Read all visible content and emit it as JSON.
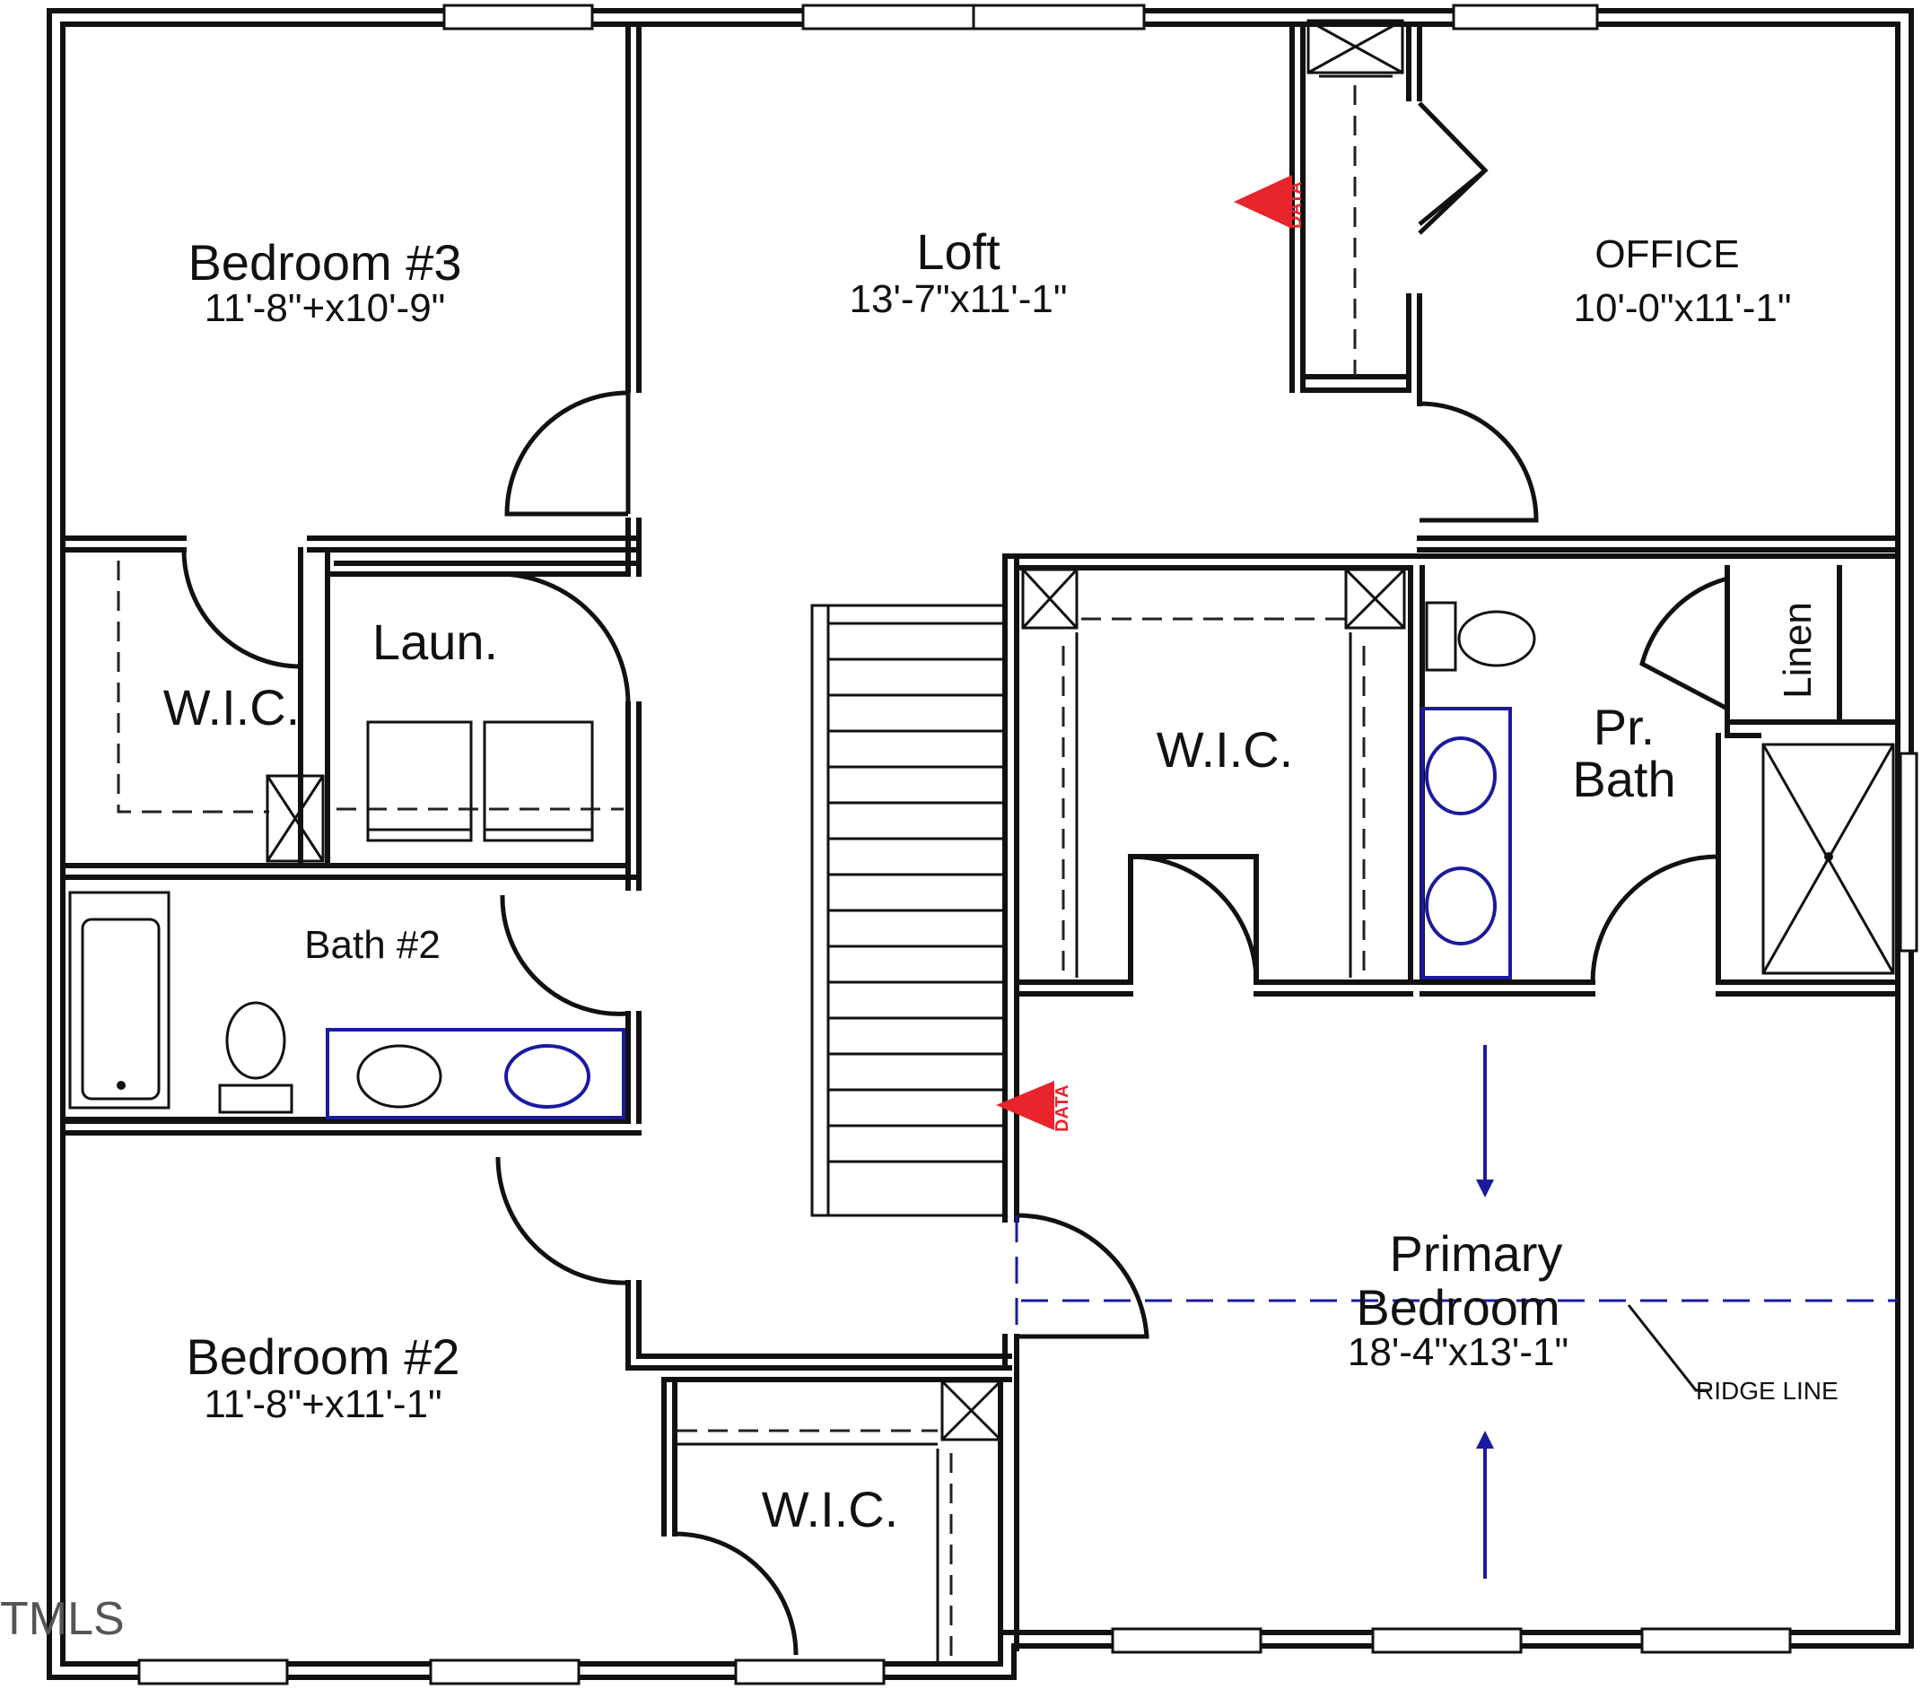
{
  "rooms": {
    "bedroom3": {
      "name": "Bedroom #3",
      "dim": "11'-8\"+x10'-9\""
    },
    "loft": {
      "name": "Loft",
      "dim": "13'-7\"x11'-1\""
    },
    "office": {
      "name": "OFFICE",
      "dim": "10'-0\"x11'-1\""
    },
    "wic_left": {
      "name": "W.I.C."
    },
    "laundry": {
      "name": "Laun."
    },
    "bath2": {
      "name": "Bath #2"
    },
    "wic_center": {
      "name": "W.I.C."
    },
    "pr_bath_line1": {
      "name": "Pr."
    },
    "pr_bath_line2": {
      "name": "Bath"
    },
    "linen": {
      "name": "Linen"
    },
    "primary_line1": {
      "name": "Primary"
    },
    "primary_line2": {
      "name": "Bedroom"
    },
    "primary_dim": {
      "dim": "18'-4\"x13'-1\""
    },
    "bedroom2": {
      "name": "Bedroom #2",
      "dim": "11'-8\"+x11'-1\""
    },
    "wic_bottom": {
      "name": "W.I.C."
    }
  },
  "annotations": {
    "ridge_line": "RIDGE LINE",
    "data_tag_top": "DATA",
    "data_tag_stairs": "DATA",
    "watermark": "TMLS"
  },
  "colors": {
    "wall": "#111111",
    "fixture_blue": "#1a1aa0",
    "data_marker": "#e8242c"
  }
}
